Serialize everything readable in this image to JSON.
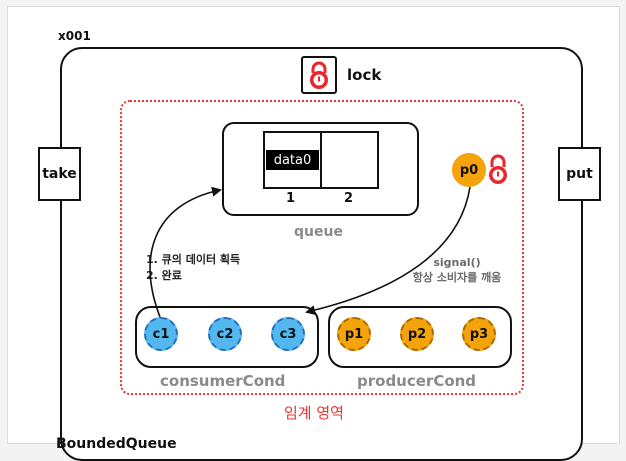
{
  "object_id": "x001",
  "lock": {
    "label": "lock"
  },
  "side_buttons": {
    "take": "take",
    "put": "put"
  },
  "queue": {
    "label": "queue",
    "slots": [
      {
        "index": "1",
        "value": "data0"
      },
      {
        "index": "2",
        "value": ""
      }
    ]
  },
  "producer_thread": {
    "label": "p0"
  },
  "signal_note": {
    "line1": "signal()",
    "line2": "항상 소비자를 깨움"
  },
  "consumer_note": {
    "line1": "1. 큐의 데이터 획득",
    "line2": "2. 완료"
  },
  "consumer_cond": {
    "label": "consumerCond",
    "threads": [
      "c1",
      "c2",
      "c3"
    ]
  },
  "producer_cond": {
    "label": "producerCond",
    "threads": [
      "p1",
      "p2",
      "p3"
    ]
  },
  "critical_section": {
    "label": "임계 영역"
  },
  "bottom_label": "BoundedQueue",
  "colors": {
    "consumer": "#54b8f0",
    "producer": "#f5a30a",
    "lock": "#e8262b",
    "critical_border": "#ee3333"
  }
}
